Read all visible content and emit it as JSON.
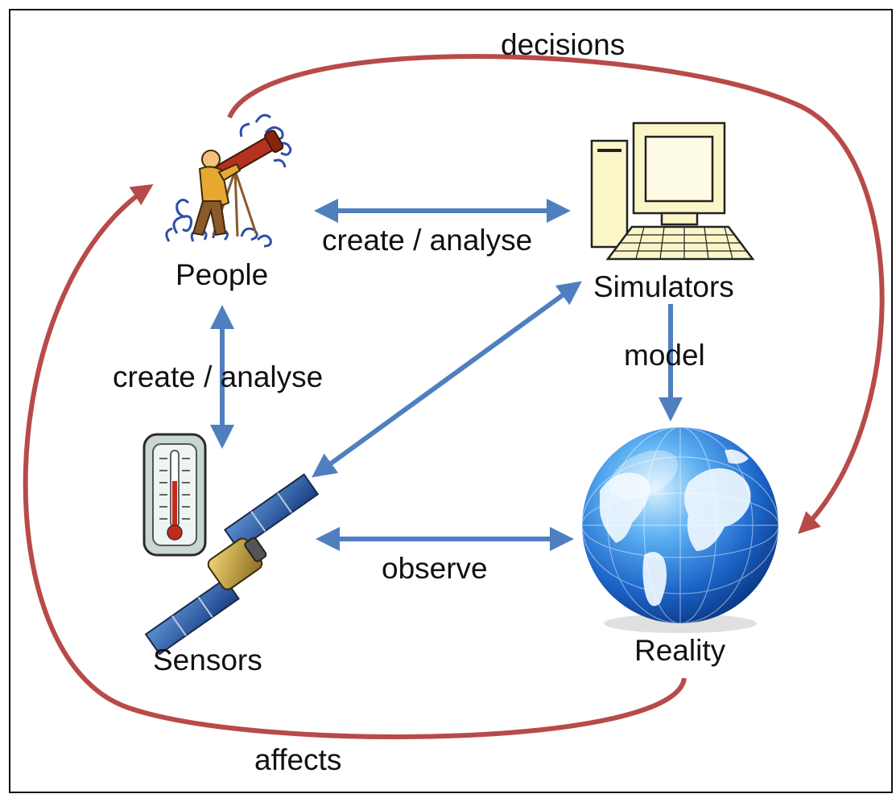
{
  "nodes": {
    "people": "People",
    "simulators": "Simulators",
    "sensors": "Sensors",
    "reality": "Reality"
  },
  "edges": {
    "people_simulators": "create / analyse",
    "people_sensors": "create / analyse",
    "simulators_reality": "model",
    "sensors_reality": "observe",
    "people_to_reality": "decisions",
    "reality_to_people": "affects"
  },
  "colors": {
    "blue_arrow": "#4f7fbf",
    "red_arrow": "#b84a4a",
    "globe": "#3f8ee0",
    "computer": "#fbf6c8"
  },
  "icons": {
    "people": "astronomer-telescope-icon",
    "simulators": "desktop-computer-icon",
    "sensors": "thermometer-satellite-icon",
    "reality": "globe-icon"
  }
}
